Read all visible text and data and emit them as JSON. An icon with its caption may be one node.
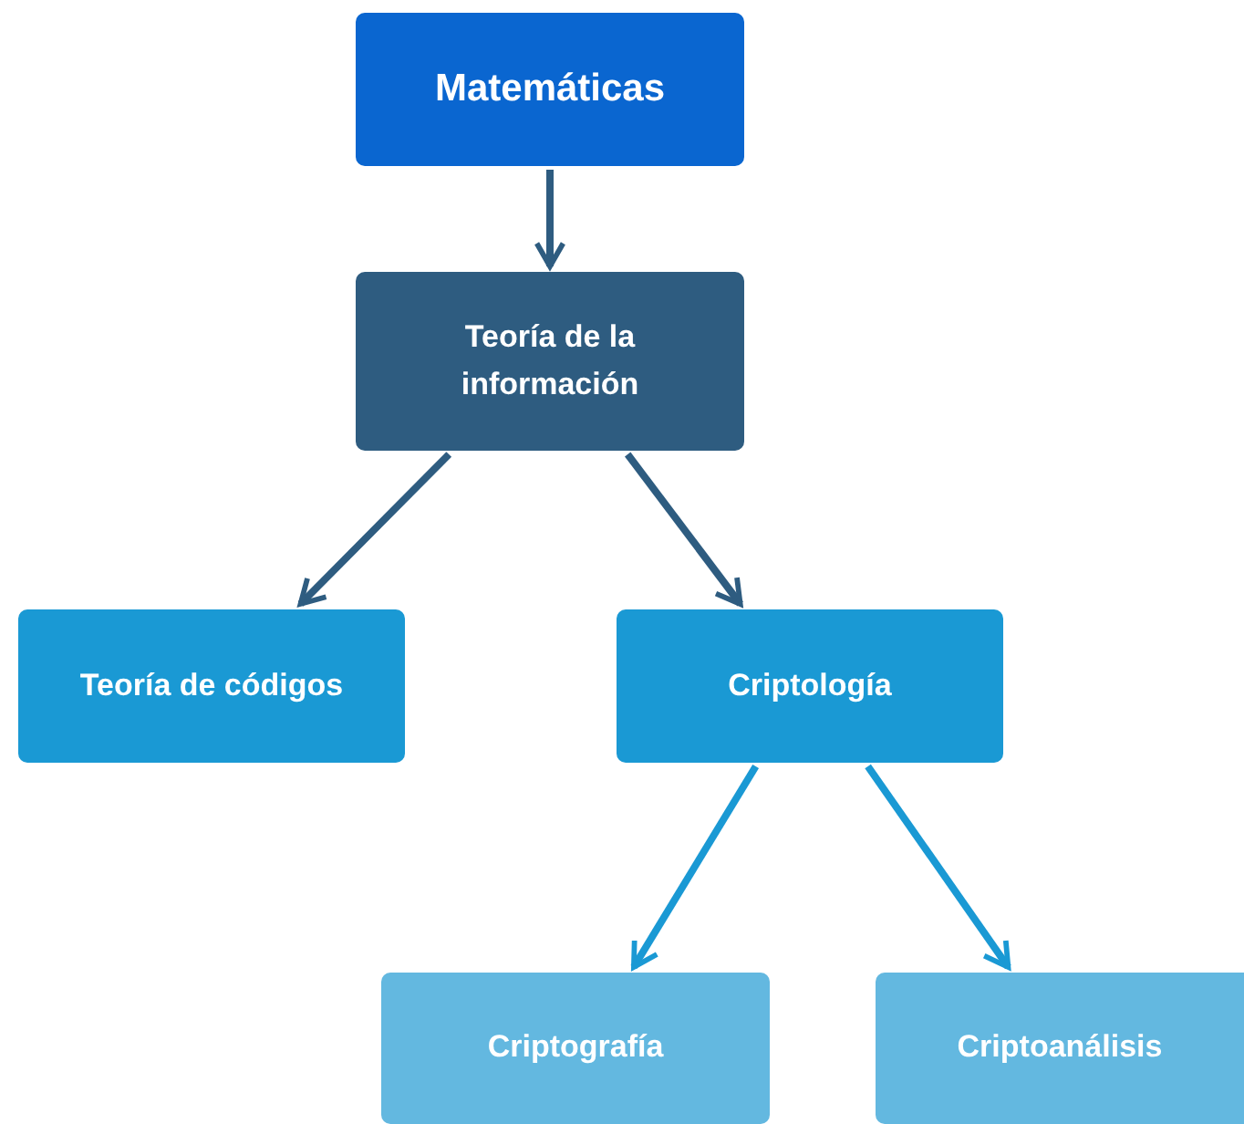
{
  "diagram": {
    "nodes": [
      {
        "text": [
          "Matemáticas"
        ]
      },
      {
        "text": [
          "Teoría de la información"
        ]
      },
      {
        "text": [
          "Teoría de códigos"
        ]
      },
      {
        "text": [
          "Criptología"
        ]
      },
      {
        "text": [
          "Criptografía"
        ]
      },
      {
        "text": [
          "Criptoanálisis"
        ]
      }
    ],
    "edges": [
      {
        "from": 0,
        "to": 1,
        "arrow": "to"
      },
      {
        "from": 1,
        "to": 2,
        "arrow": "to"
      },
      {
        "from": 1,
        "to": 3,
        "arrow": "to"
      },
      {
        "from": 3,
        "to": 4,
        "arrow": "to",
        "color": "#1a99d4"
      },
      {
        "from": 3,
        "to": 5,
        "arrow": "to",
        "color": "#1a99d4"
      }
    ]
  }
}
